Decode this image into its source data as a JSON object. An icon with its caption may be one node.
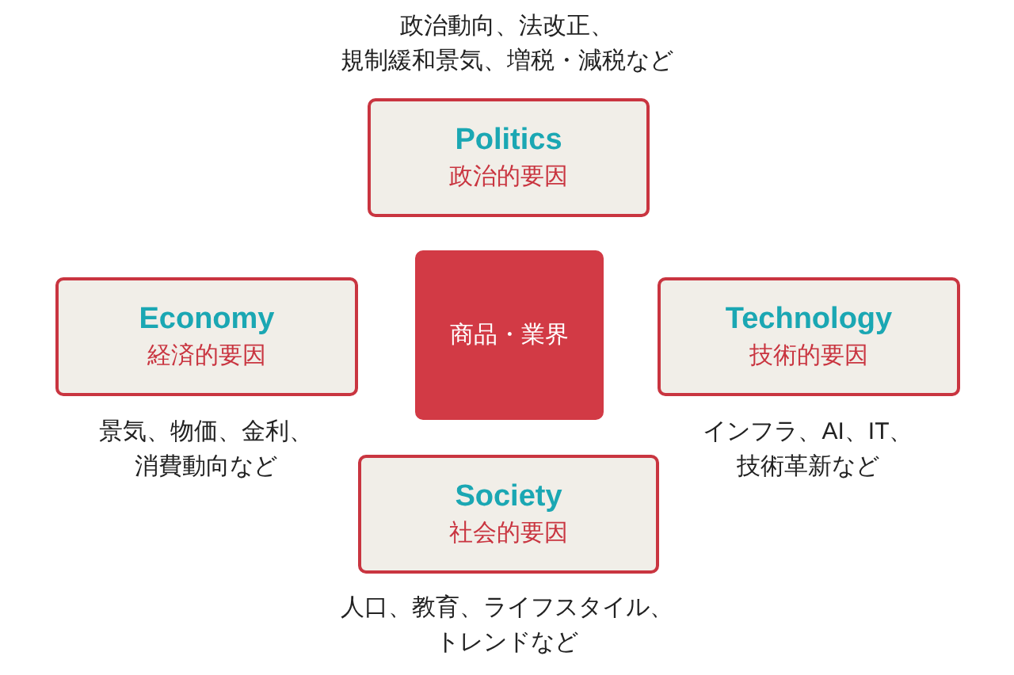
{
  "diagram": {
    "nodes": [
      {
        "text": [
          "Politics",
          "政治的要因"
        ],
        "beside": [
          "政治動向、法改正、規制緩和景気、増税・減税など"
        ]
      },
      {
        "text": [
          "Economy",
          "経済的要因"
        ],
        "beside": [
          "景気、物価、金利、消費動向など"
        ]
      },
      {
        "text": [
          "商品・業界"
        ]
      },
      {
        "text": [
          "Technology",
          "技術的要因"
        ],
        "beside": [
          "インフラ、AI、IT、技術革新など"
        ]
      },
      {
        "text": [
          "Society",
          "社会的要因"
        ],
        "beside": [
          "人口、教育、ライフスタイル、トレンドなど"
        ]
      }
    ]
  }
}
